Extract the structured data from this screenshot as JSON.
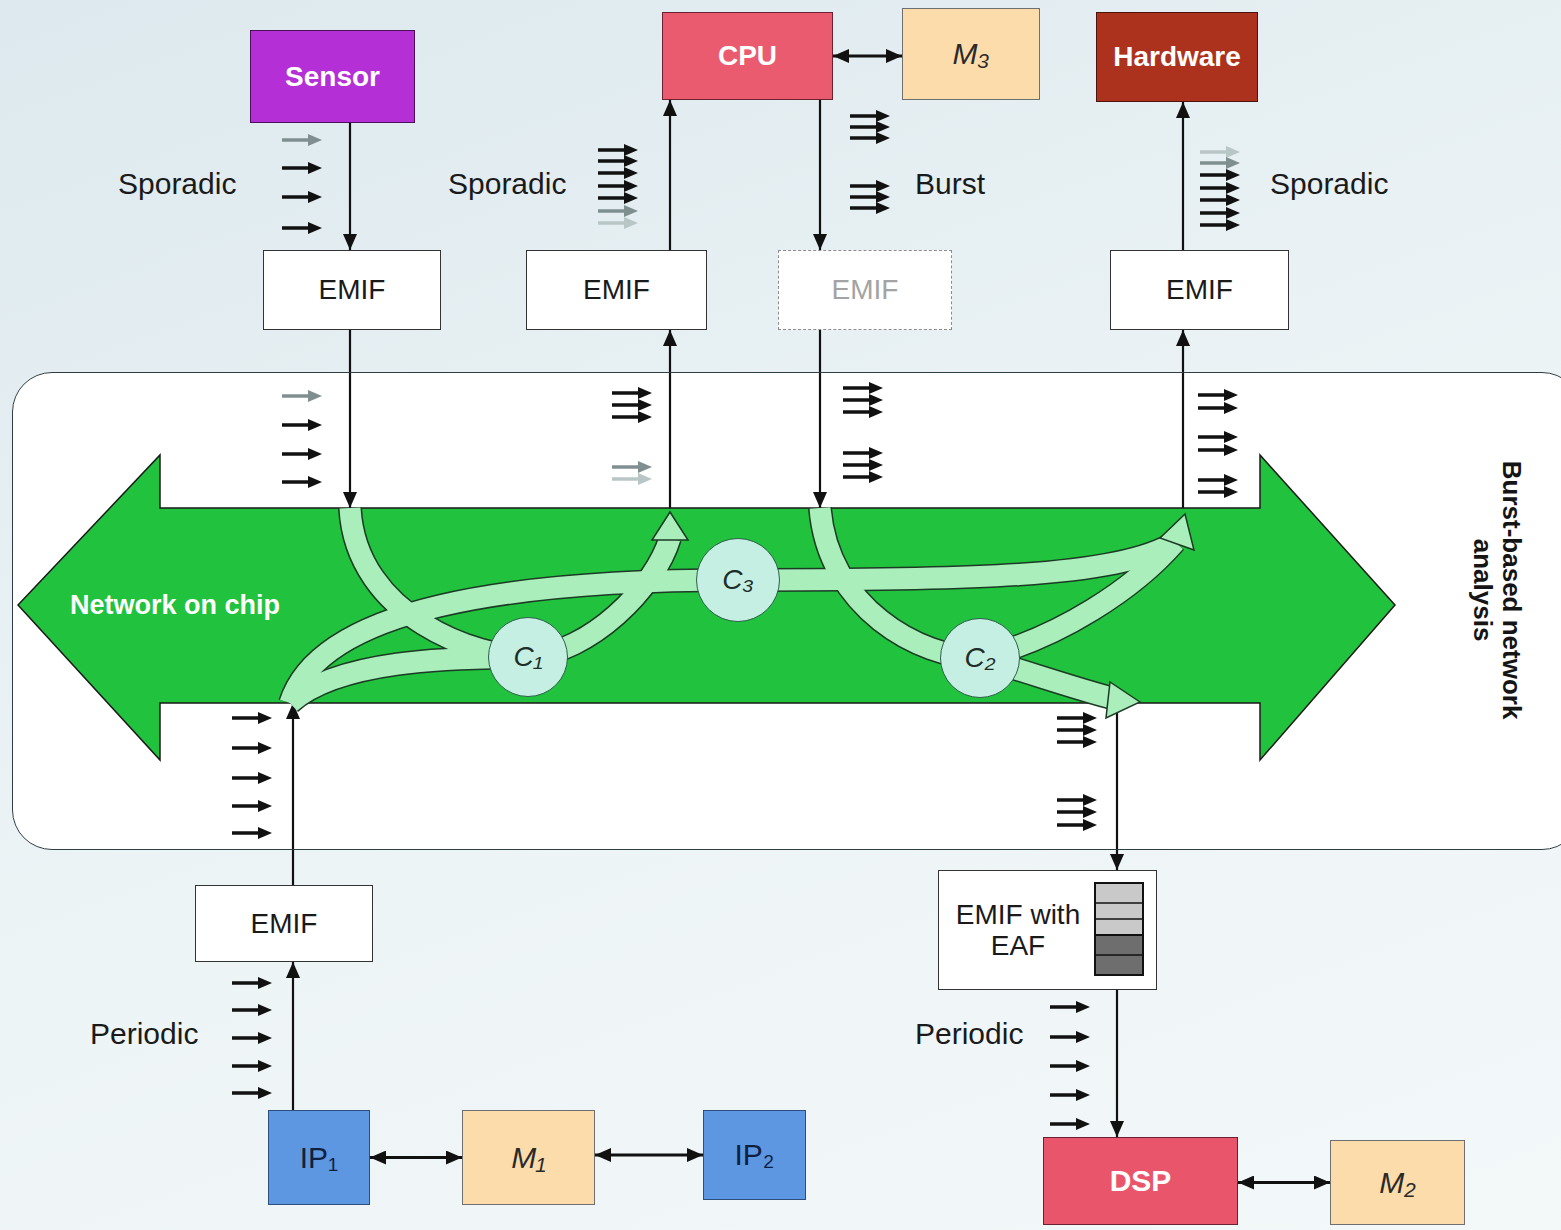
{
  "diagram": {
    "nodes": [
      {
        "text": [
          "Sensor"
        ]
      },
      {
        "text": [
          "CPU"
        ]
      },
      {
        "text": [
          "M₃"
        ]
      },
      {
        "text": [
          "Hardware"
        ]
      },
      {
        "text": [
          "EMIF"
        ]
      },
      {
        "text": [
          "EMIF"
        ]
      },
      {
        "text": [
          "EMIF"
        ]
      },
      {
        "text": [
          "EMIF"
        ]
      },
      {
        "text": [
          "Burst-based network analysis"
        ]
      },
      {
        "text": [
          "Network on chip"
        ],
        "in": 8
      },
      {
        "text": [
          "C₃"
        ],
        "in": 9
      },
      {
        "text": [
          "C₁"
        ],
        "in": 9
      },
      {
        "text": [
          "C₂"
        ],
        "in": 9
      },
      {
        "text": [
          "EMIF"
        ]
      },
      {
        "text": [
          "EMIF with EAF"
        ]
      },
      {
        "text": [
          "IP₁"
        ]
      },
      {
        "text": [
          "M₁"
        ]
      },
      {
        "text": [
          "IP₂"
        ]
      },
      {
        "text": [
          "DSP"
        ]
      },
      {
        "text": [
          "M₂"
        ]
      }
    ],
    "edges": [
      {
        "from": 0,
        "to": 4,
        "arrow": "to"
      },
      {
        "from": 5,
        "to": 1,
        "arrow": "to"
      },
      {
        "from": 1,
        "to": 6,
        "arrow": "to"
      },
      {
        "from": 7,
        "to": 3,
        "arrow": "to"
      },
      {
        "from": 1,
        "to": 2,
        "arrow": "both"
      },
      {
        "from": 4,
        "to": 9,
        "arrow": "to"
      },
      {
        "from": 9,
        "to": 5,
        "arrow": "to"
      },
      {
        "from": 6,
        "to": 9,
        "arrow": "to"
      },
      {
        "from": 9,
        "to": 7,
        "arrow": "to"
      },
      {
        "from": 13,
        "to": 9,
        "arrow": "to"
      },
      {
        "from": 9,
        "to": 14,
        "arrow": "to"
      },
      {
        "from": 15,
        "to": 13,
        "arrow": "to"
      },
      {
        "from": 14,
        "to": 18,
        "arrow": "to"
      },
      {
        "from": 15,
        "to": 16,
        "arrow": "both"
      },
      {
        "from": 16,
        "to": 17,
        "arrow": "both"
      },
      {
        "from": 18,
        "to": 19,
        "arrow": "both"
      }
    ],
    "labels": [
      "Sporadic",
      "Sporadic",
      "Burst",
      "Sporadic",
      "Periodic",
      "Periodic"
    ]
  }
}
